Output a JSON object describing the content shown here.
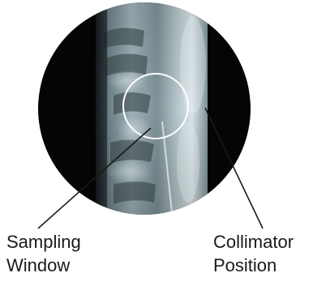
{
  "figure": {
    "labels": {
      "sampling_window": [
        "Sampling",
        "Window"
      ],
      "collimator_position": [
        "Collimator",
        "Position"
      ]
    },
    "colors": {
      "collimated_field_dark": "#050505",
      "xray_bright": "#c7d4d8",
      "xray_mid": "#6e8289",
      "xray_dark": "#1c2326",
      "window_outline": "#ffffff",
      "leader_line": "#1a1a1a"
    }
  }
}
